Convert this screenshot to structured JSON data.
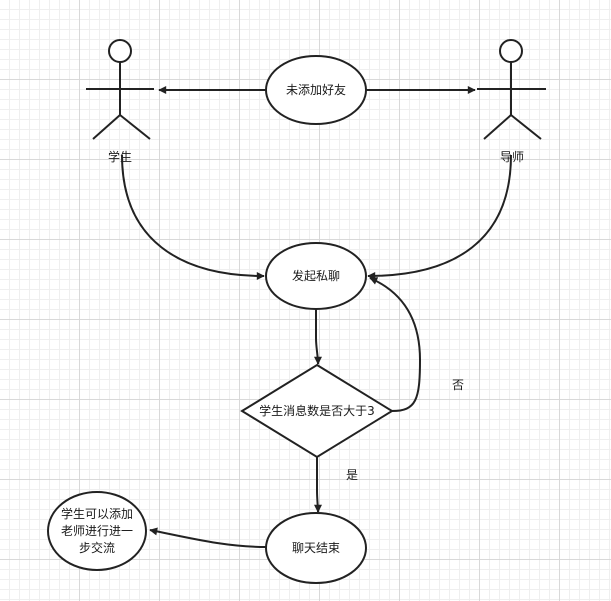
{
  "diagram": {
    "actors": {
      "student": "学生",
      "teacher": "导师"
    },
    "nodes": {
      "not_friends": "未添加好友",
      "start_chat": "发起私聊",
      "decision": "学生消息数是否大于3",
      "chat_end": "聊天结束",
      "result_lines": [
        "学生可以添加",
        "老师进行进一",
        "步交流"
      ]
    },
    "edge_labels": {
      "no": "否",
      "yes": "是"
    }
  }
}
